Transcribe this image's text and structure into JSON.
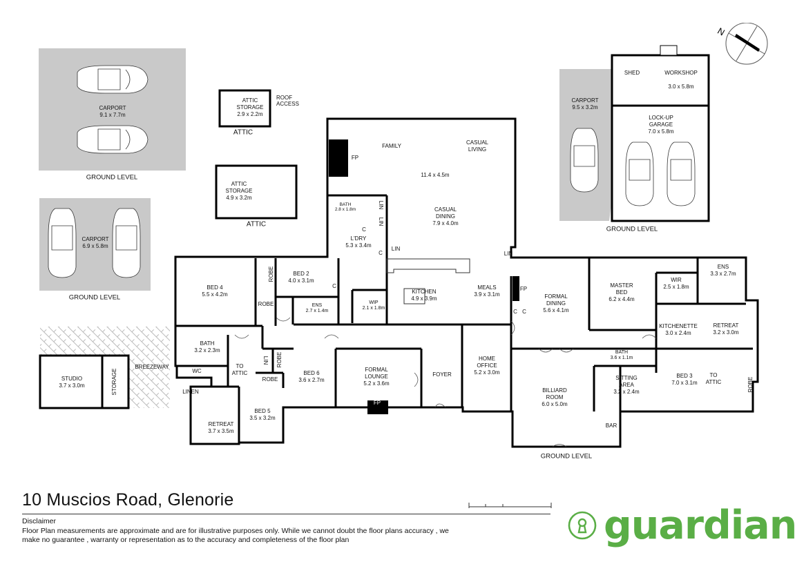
{
  "address": "10 Muscios Road, Glenorie",
  "disclaimer": {
    "title": "Disclaimer",
    "text": "Floor Plan measurements are approximate and are for illustrative purposes only. While we cannot doubt the floor plans accuracy , we make no guarantee , warranty or representation as to the accuracy and completeness of the floor plan"
  },
  "brand": {
    "name": "guardian",
    "color": "#5aae46",
    "icon": "keyhole-icon"
  },
  "compass_letter": "N",
  "levels": {
    "ground_1": "GROUND LEVEL",
    "ground_2": "GROUND LEVEL",
    "ground_3": "GROUND LEVEL",
    "ground_main": "GROUND LEVEL",
    "attic_1": "ATTIC",
    "attic_2": "ATTIC"
  },
  "roof_access": "ROOF\nACCESS",
  "rooms": {
    "carport1": {
      "name": "CARPORT",
      "dim": "9.1 x 7.7m"
    },
    "carport2": {
      "name": "CARPORT",
      "dim": "6.9 x 5.8m"
    },
    "carport3": {
      "name": "CARPORT",
      "dim": "9.5 x 3.2m"
    },
    "attic_storage1": {
      "name": "ATTIC\nSTORAGE",
      "dim": "2.9 x 2.2m"
    },
    "attic_storage2": {
      "name": "ATTIC\nSTORAGE",
      "dim": "4.9 x 3.2m"
    },
    "shed": {
      "name": "SHED",
      "dim": ""
    },
    "workshop": {
      "name": "WORKSHOP",
      "dim": "3.0 x 5.8m"
    },
    "garage": {
      "name": "LOCK-UP\nGARAGE",
      "dim": "7.0 x 5.8m"
    },
    "family": {
      "name": "FAMILY",
      "dim": ""
    },
    "casual_living": {
      "name": "CASUAL\nLIVING",
      "dim": ""
    },
    "family_dim": {
      "name": "",
      "dim": "11.4 x 4.5m"
    },
    "casual_dining": {
      "name": "CASUAL\nDINING",
      "dim": "7.9 x 4.0m"
    },
    "bath_top": {
      "name": "BATH",
      "dim": "2.8 x 1.8m"
    },
    "ldry": {
      "name": "L'DRY",
      "dim": "5.3 x 3.4m"
    },
    "kitchen": {
      "name": "KITCHEN",
      "dim": "4.9 x 3.9m"
    },
    "wip": {
      "name": "WIP",
      "dim": "2.1 x 1.8m"
    },
    "meals": {
      "name": "MEALS",
      "dim": "3.9 x 3.1m"
    },
    "formal_dining": {
      "name": "FORMAL\nDINING",
      "dim": "5.6 x 4.1m"
    },
    "master": {
      "name": "MASTER\nBED",
      "dim": "6.2 x 4.4m"
    },
    "wir": {
      "name": "WIR",
      "dim": "2.5 x 1.8m"
    },
    "ens_master": {
      "name": "ENS",
      "dim": "3.3 x 2.7m"
    },
    "kitchenette": {
      "name": "KITCHENETTE",
      "dim": "3.0 x 2.4m"
    },
    "retreat_right": {
      "name": "RETREAT",
      "dim": "3.2 x 3.0m"
    },
    "bath_right": {
      "name": "BATH",
      "dim": "3.6 x 1.1m"
    },
    "sitting": {
      "name": "SITTING\nAREA",
      "dim": "3.2 x 2.4m"
    },
    "bed3": {
      "name": "BED 3",
      "dim": "7.0 x 3.1m"
    },
    "billiard": {
      "name": "BILLIARD\nROOM",
      "dim": "6.0 x 5.0m"
    },
    "home_office": {
      "name": "HOME\nOFFICE",
      "dim": "5.2 x 3.0m"
    },
    "foyer": {
      "name": "FOYER",
      "dim": ""
    },
    "formal_lounge": {
      "name": "FORMAL\nLOUNGE",
      "dim": "5.2 x 3.6m"
    },
    "bed6": {
      "name": "BED 6",
      "dim": "3.6 x 2.7m"
    },
    "bed4": {
      "name": "BED 4",
      "dim": "5.5 x 4.2m"
    },
    "bed2": {
      "name": "BED 2",
      "dim": "4.0 x 3.1m"
    },
    "ens_bed2": {
      "name": "ENS",
      "dim": "2.7 x 1.4m"
    },
    "bath_left": {
      "name": "BATH",
      "dim": "3.2 x 2.3m"
    },
    "bed5": {
      "name": "BED 5",
      "dim": "3.5 x 3.2m"
    },
    "retreat_left": {
      "name": "RETREAT",
      "dim": "3.7 x 3.5m"
    },
    "studio": {
      "name": "STUDIO",
      "dim": "3.7 x 3.0m"
    }
  },
  "small_labels": {
    "fp1": "FP",
    "fp2": "FP",
    "fp3": "FP",
    "lin1": "LIN",
    "lin2": "LIN",
    "lin3": "LIN",
    "lin4": "LIN",
    "lin5": "LIN",
    "c1": "C",
    "c2": "C",
    "c3": "C",
    "c4": "C",
    "c5": "C",
    "robe1": "ROBE",
    "robe2": "ROBE",
    "robe3": "ROBE",
    "robe4": "ROBE",
    "robe5": "ROBE",
    "wc": "WC",
    "linen": "LINEN",
    "storage": "STORAGE",
    "breezeway": "BREEZEWAY",
    "to_attic1": "TO\nATTIC",
    "to_attic2": "TO\nATTIC",
    "bar": "BAR"
  }
}
